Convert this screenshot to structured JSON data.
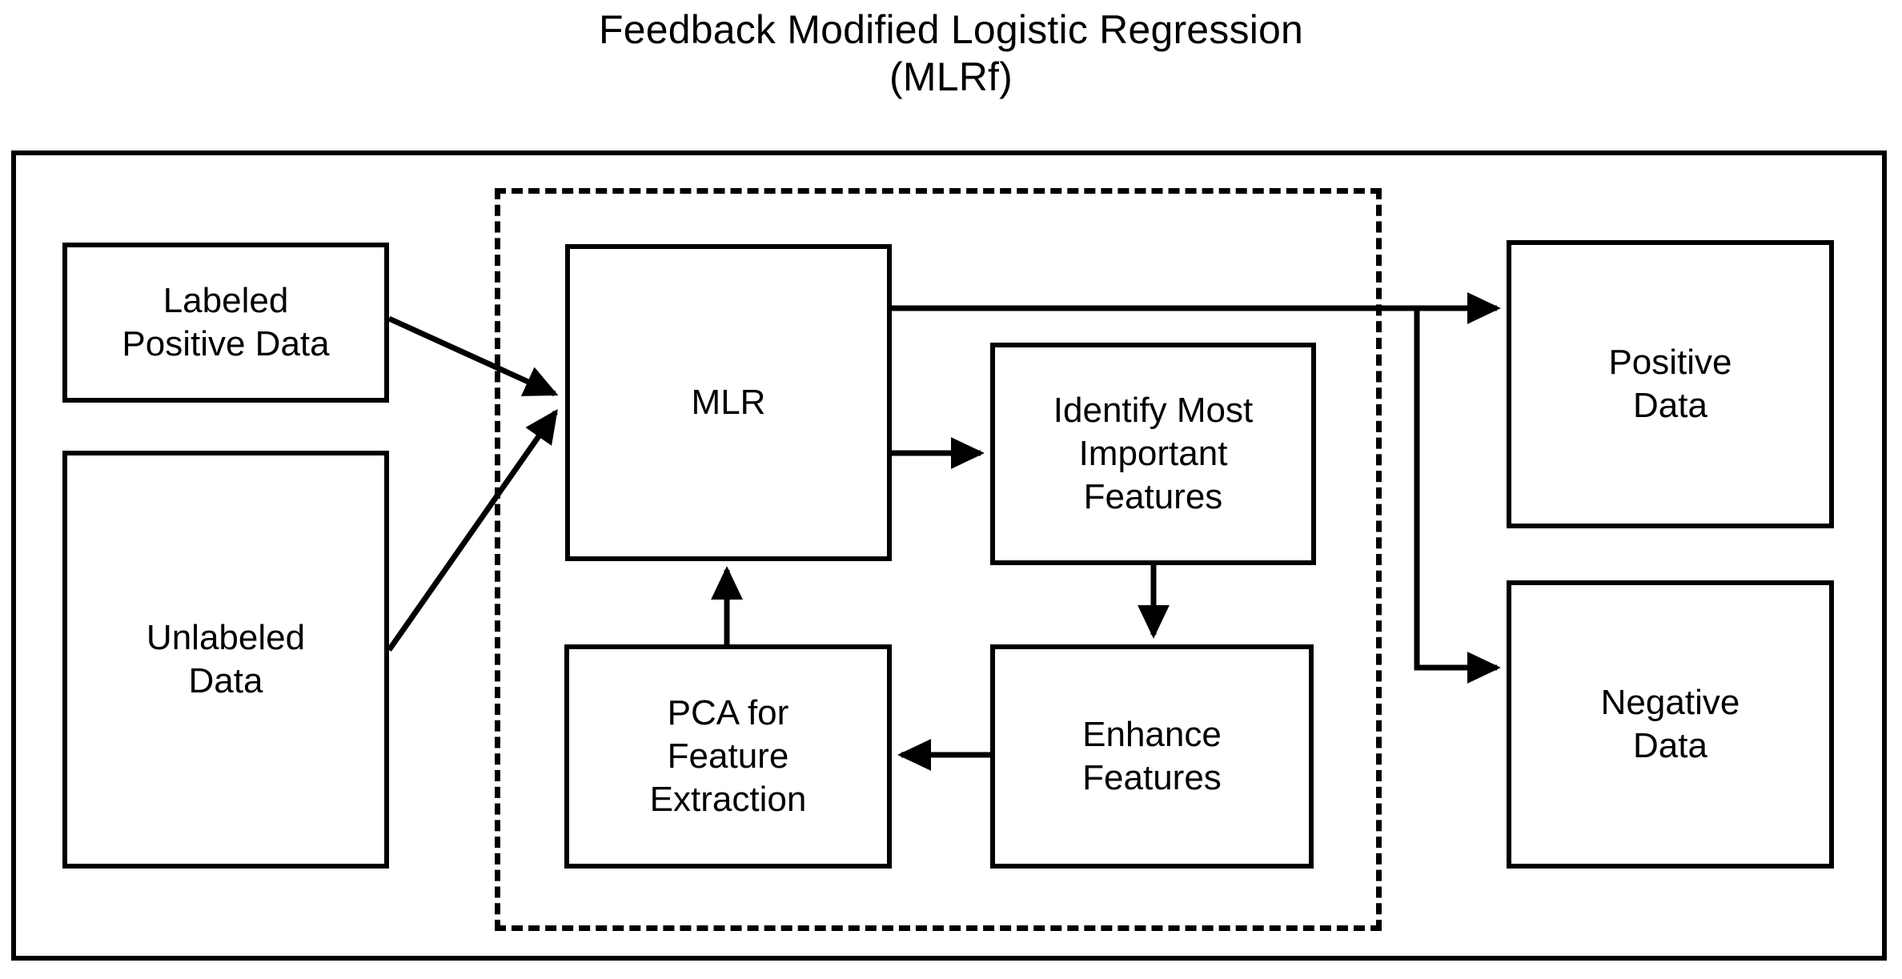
{
  "title": {
    "line1": "Feedback Modified Logistic Regression",
    "line2": "(MLRf)"
  },
  "diagram": {
    "type": "flowchart",
    "nodes": [
      {
        "id": "labeled-positive-data",
        "label": "Labeled\nPositive Data",
        "group": "input"
      },
      {
        "id": "unlabeled-data",
        "label": "Unlabeled\nData",
        "group": "input"
      },
      {
        "id": "mlr",
        "label": "MLR",
        "group": "feedback-loop"
      },
      {
        "id": "identify-features",
        "label": "Identify Most\nImportant\nFeatures",
        "group": "feedback-loop"
      },
      {
        "id": "enhance-features",
        "label": "Enhance\nFeatures",
        "group": "feedback-loop"
      },
      {
        "id": "pca-feature-extraction",
        "label": "PCA for\nFeature\nExtraction",
        "group": "feedback-loop"
      },
      {
        "id": "positive-data",
        "label": "Positive\nData",
        "group": "output"
      },
      {
        "id": "negative-data",
        "label": "Negative\nData",
        "group": "output"
      }
    ],
    "edges": [
      {
        "from": "labeled-positive-data",
        "to": "mlr"
      },
      {
        "from": "unlabeled-data",
        "to": "mlr"
      },
      {
        "from": "mlr",
        "to": "identify-features"
      },
      {
        "from": "identify-features",
        "to": "enhance-features"
      },
      {
        "from": "enhance-features",
        "to": "pca-feature-extraction"
      },
      {
        "from": "pca-feature-extraction",
        "to": "mlr"
      },
      {
        "from": "mlr",
        "to": "positive-data"
      },
      {
        "from": "mlr",
        "to": "negative-data"
      }
    ],
    "groups": [
      {
        "id": "feedback-loop",
        "style": "dashed",
        "label": ""
      },
      {
        "id": "diagram-frame",
        "style": "solid",
        "label": ""
      }
    ],
    "colors": {
      "stroke": "#000000",
      "fill": "#ffffff",
      "text": "#000000"
    }
  }
}
